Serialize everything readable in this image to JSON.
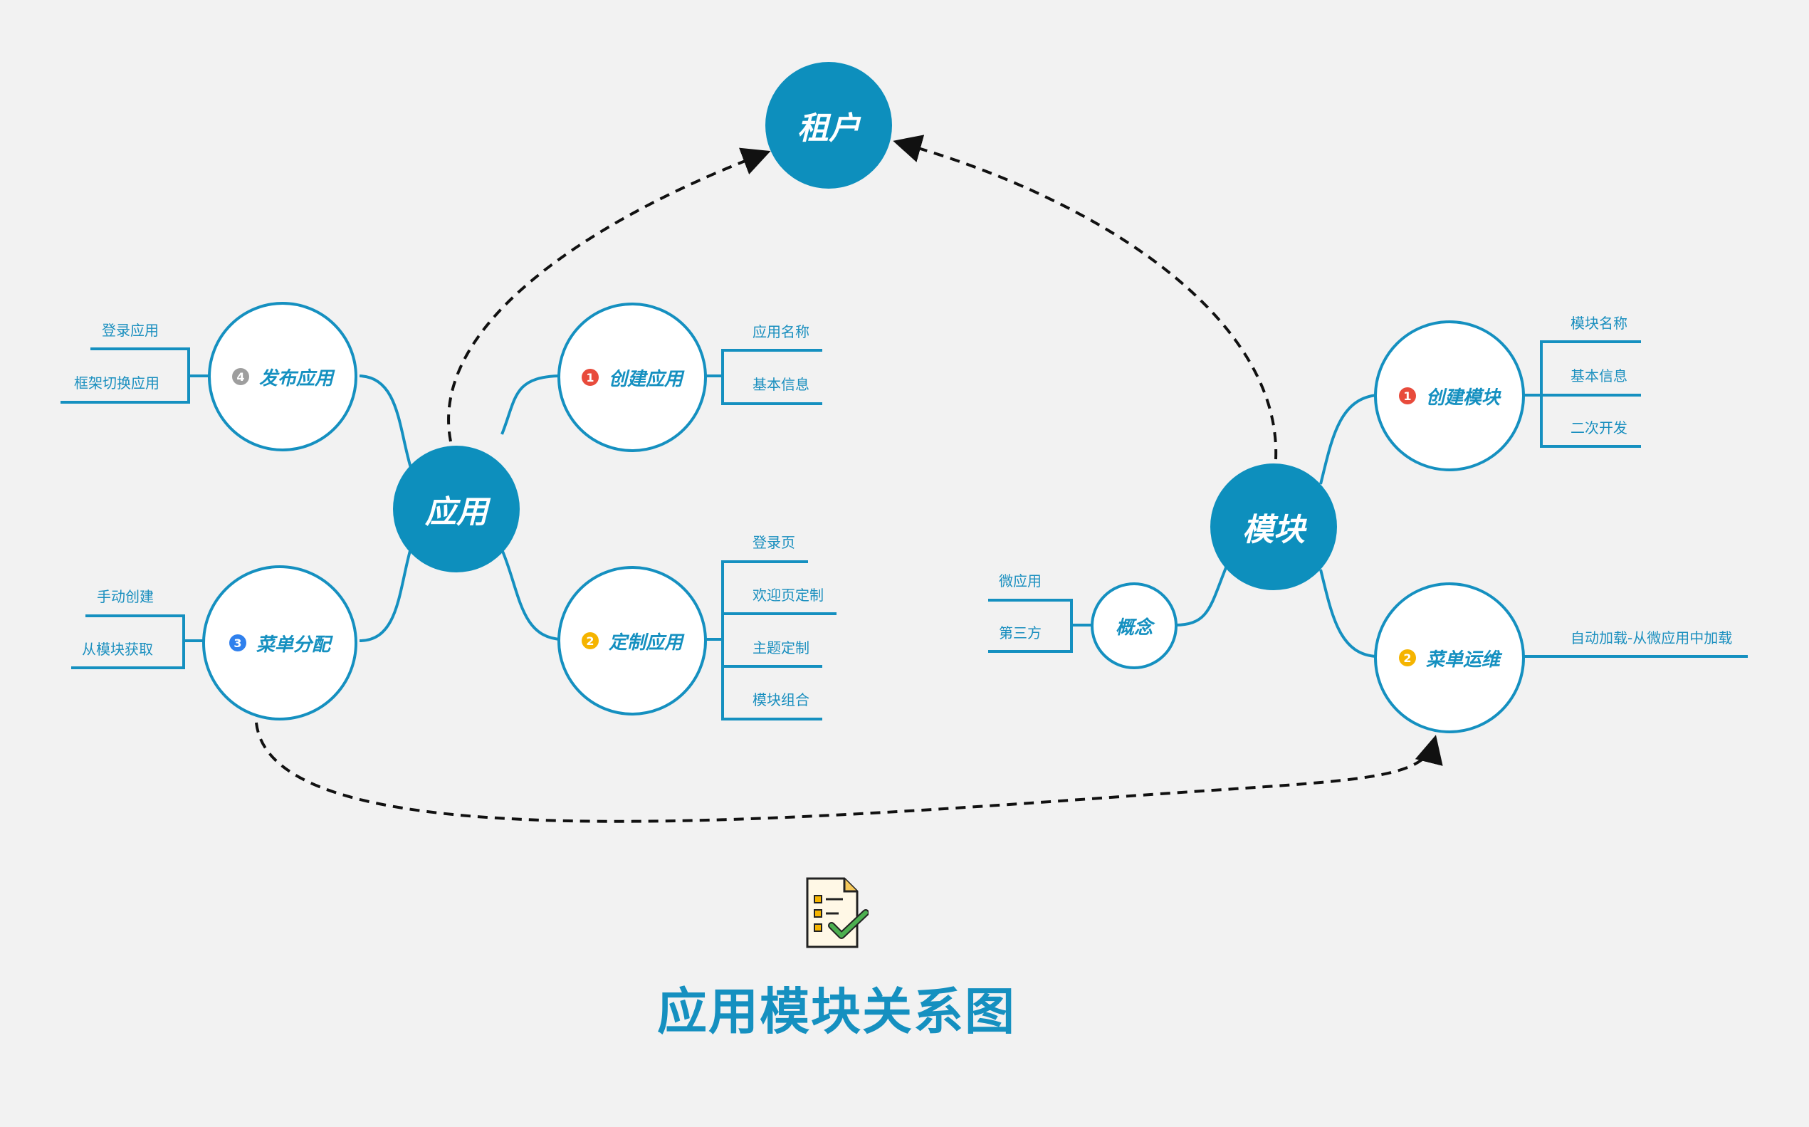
{
  "title": "应用模块关系图",
  "colors": {
    "accent": "#1590c0",
    "hub": "#0d8fbd",
    "background": "#f2f2f2",
    "badge_red": "#e84b3c",
    "badge_yellow": "#f5b400",
    "badge_blue": "#2f80ed",
    "badge_gray": "#9e9e9e"
  },
  "hubs": {
    "tenant": "租户",
    "application": "应用",
    "module": "模块"
  },
  "application": {
    "create": {
      "badge": "1",
      "label": "创建应用",
      "items": [
        "应用名称",
        "基本信息"
      ]
    },
    "customize": {
      "badge": "2",
      "label": "定制应用",
      "items": [
        "登录页",
        "欢迎页定制",
        "主题定制",
        "模块组合"
      ]
    },
    "menu": {
      "badge": "3",
      "label": "菜单分配",
      "items": [
        "手动创建",
        "从模块获取"
      ]
    },
    "publish": {
      "badge": "4",
      "label": "发布应用",
      "items": [
        "登录应用",
        "框架切换应用"
      ]
    }
  },
  "module": {
    "create": {
      "badge": "1",
      "label": "创建模块",
      "items": [
        "模块名称",
        "基本信息",
        "二次开发"
      ]
    },
    "menu_ops": {
      "badge": "2",
      "label": "菜单运维",
      "items": [
        "自动加载-从微应用中加载"
      ]
    },
    "concept": {
      "label": "概念",
      "items": [
        "微应用",
        "第三方"
      ]
    }
  },
  "icons": {
    "title_icon": "checklist-document-icon"
  }
}
